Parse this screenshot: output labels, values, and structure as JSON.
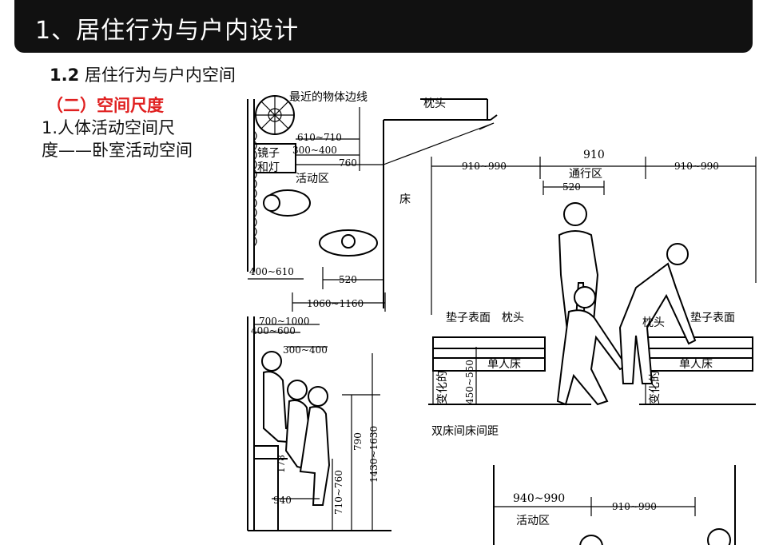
{
  "header": {
    "title": "1、居住行为与户内设计"
  },
  "subtitle": {
    "number": "1.2",
    "text": "居住行为与户内空间"
  },
  "section": {
    "heading": "（二）空间尺度"
  },
  "description": {
    "line1": "1.人体活动空间尺",
    "line2": "度——卧室活动空间"
  },
  "drawing": {
    "labels": {
      "nearest_edge": "最近的物体边线",
      "pillow_top": "枕头",
      "d_610_710": "610~710",
      "d_300_400a": "300~400",
      "mirror_lamp_1": "镜子",
      "mirror_lamp_2": "和灯",
      "d_760": "760",
      "activity_zone": "活动区",
      "bed": "床",
      "d_910_990a": "910~990",
      "d_910": "910",
      "passage_zone": "通行区",
      "d_910_990b": "910~990",
      "d_520a": "520",
      "d_400_610": "400~610",
      "d_520b": "520",
      "d_1060_1160": "1060~1160",
      "d_700_1000": "700~1000",
      "d_400_600": "400~600",
      "d_300_400b": "300~400",
      "mattress_surface_l": "垫子表面",
      "pillow_l": "枕头",
      "pillow_r": "枕头",
      "mattress_surface_r": "垫子表面",
      "single_bed_l": "单人床",
      "single_bed_r": "单人床",
      "variable_l": "变化的",
      "d_450_550": "450~550",
      "variable_r": "变化的",
      "d_790": "790",
      "d_1430_1630": "1430~1630",
      "d_710_760": "710~760",
      "d_178": "178",
      "d_940": "940",
      "twin_bed_spacing": "双床间床间距",
      "d_940_990": "940~990",
      "d_910_990c": "910~990",
      "activity_zone_b": "活动区"
    }
  }
}
